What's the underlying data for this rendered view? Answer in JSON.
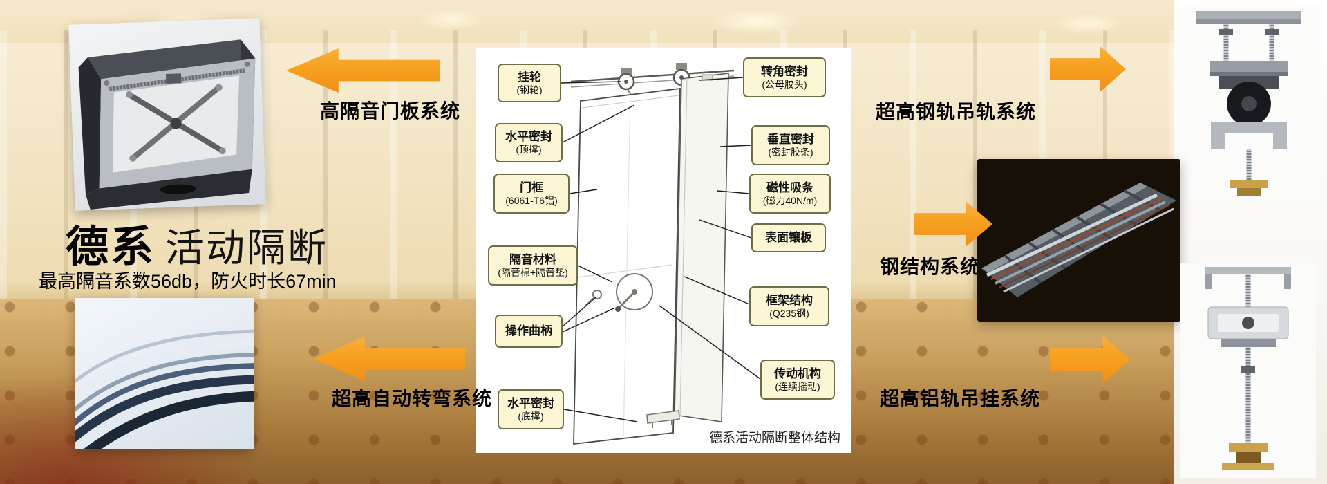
{
  "header": {
    "brand": "德系",
    "product": "活动隔断",
    "subtitle": "最高隔音系数56db，防火时长67min"
  },
  "systems": {
    "door_panel": "高隔音门板系统",
    "auto_curve": "超高自动转弯系统",
    "steel_rail": "超高钢轨吊轨系统",
    "steel_structure": "钢结构系统",
    "aluminum_rail": "超高铝轨吊挂系统"
  },
  "diagram": {
    "caption": "德系活动隔断整体结构",
    "callouts_left": [
      {
        "line1": "挂轮",
        "line2": "(钢轮)"
      },
      {
        "line1": "水平密封",
        "line2": "(顶撑)"
      },
      {
        "line1": "门框",
        "line2": "(6061-T6铝)"
      },
      {
        "line1": "隔音材料",
        "line2": "(隔音棉+隔音垫)"
      },
      {
        "line1": "操作曲柄",
        "line2": ""
      },
      {
        "line1": "水平密封",
        "line2": "(底撑)"
      }
    ],
    "callouts_right": [
      {
        "line1": "转角密封",
        "line2": "(公母胶头)"
      },
      {
        "line1": "垂直密封",
        "line2": "(密封胶条)"
      },
      {
        "line1": "磁性吸条",
        "line2": "(磁力40N/m)"
      },
      {
        "line1": "表面镶板",
        "line2": ""
      },
      {
        "line1": "框架结构",
        "line2": "(Q235钢)"
      },
      {
        "line1": "传动机构",
        "line2": "(连续摇动)"
      }
    ]
  },
  "colors": {
    "arrow_orange": "#F6A01F",
    "callout_bg": "#FCF6D5",
    "callout_border": "#6E6E46"
  }
}
